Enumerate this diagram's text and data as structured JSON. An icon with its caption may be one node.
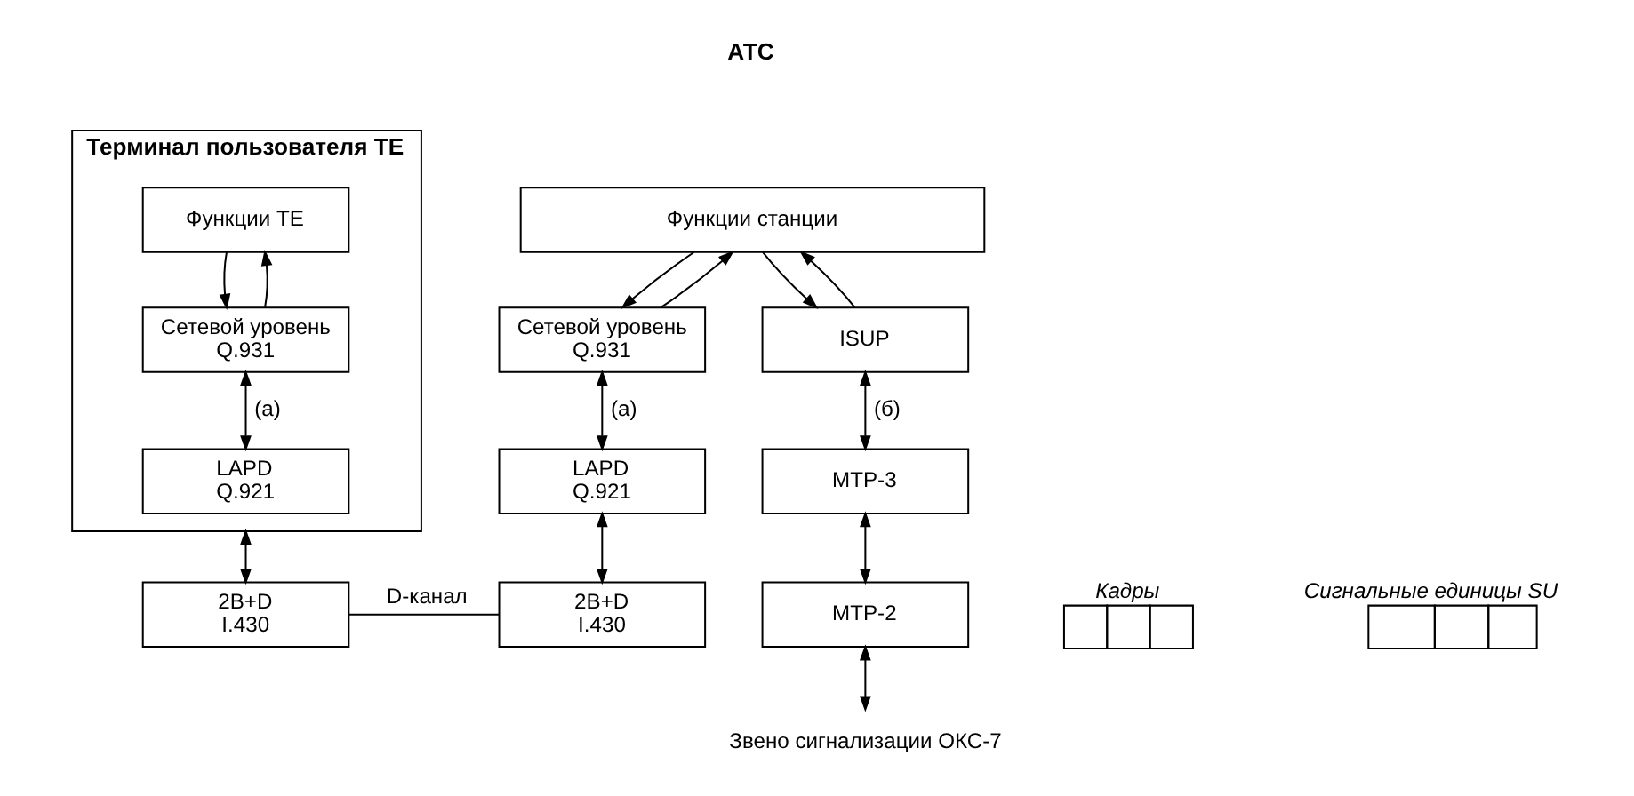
{
  "diagram": {
    "nodes": [
      {
        "text": [
          "Терминал пользователя TE"
        ]
      },
      {
        "text": [
          "Функции TE"
        ],
        "in": 0
      },
      {
        "text": [
          "Сетевой уровень",
          "Q.931"
        ],
        "in": 0
      },
      {
        "text": [
          "LAPD",
          "Q.921"
        ],
        "in": 0
      },
      {
        "text": [
          "2B+D",
          "I.430"
        ]
      },
      {
        "text": [
          "Функции станции"
        ]
      },
      {
        "text": [
          "Сетевой уровень",
          "Q.931"
        ]
      },
      {
        "text": [
          "LAPD",
          "Q.921"
        ]
      },
      {
        "text": [
          "2B+D",
          "I.430"
        ]
      },
      {
        "text": [
          "ISUP"
        ]
      },
      {
        "text": [
          "MTP-3"
        ]
      },
      {
        "text": [
          "MTP-2"
        ]
      },
      {
        "text": [
          "Кадры"
        ]
      },
      {
        "text": [
          "Сигнальные единицы SU"
        ]
      },
      {
        "text": [
          "Звено сигнализации ОКС-7"
        ]
      }
    ],
    "edges": [
      {
        "from": 1,
        "to": 2,
        "arrow": "to"
      },
      {
        "from": 2,
        "to": 1,
        "arrow": "to"
      },
      {
        "from": 2,
        "to": 3,
        "arrow": "both",
        "label": "(a)"
      },
      {
        "from": 0,
        "to": 4,
        "arrow": "both"
      },
      {
        "from": 4,
        "to": 8,
        "arrow": "none",
        "label": "D-канал"
      },
      {
        "from": 5,
        "to": 6,
        "arrow": "to"
      },
      {
        "from": 6,
        "to": 5,
        "arrow": "to"
      },
      {
        "from": 6,
        "to": 7,
        "arrow": "both",
        "label": "(a)"
      },
      {
        "from": 7,
        "to": 8,
        "arrow": "both"
      },
      {
        "from": 5,
        "to": 9,
        "arrow": "to"
      },
      {
        "from": 9,
        "to": 5,
        "arrow": "to"
      },
      {
        "from": 9,
        "to": 10,
        "arrow": "both",
        "label": "(б)"
      },
      {
        "from": 10,
        "to": 11,
        "arrow": "both"
      },
      {
        "from": 11,
        "to": 14,
        "arrow": "both"
      }
    ],
    "labels": [
      "АТС"
    ]
  }
}
